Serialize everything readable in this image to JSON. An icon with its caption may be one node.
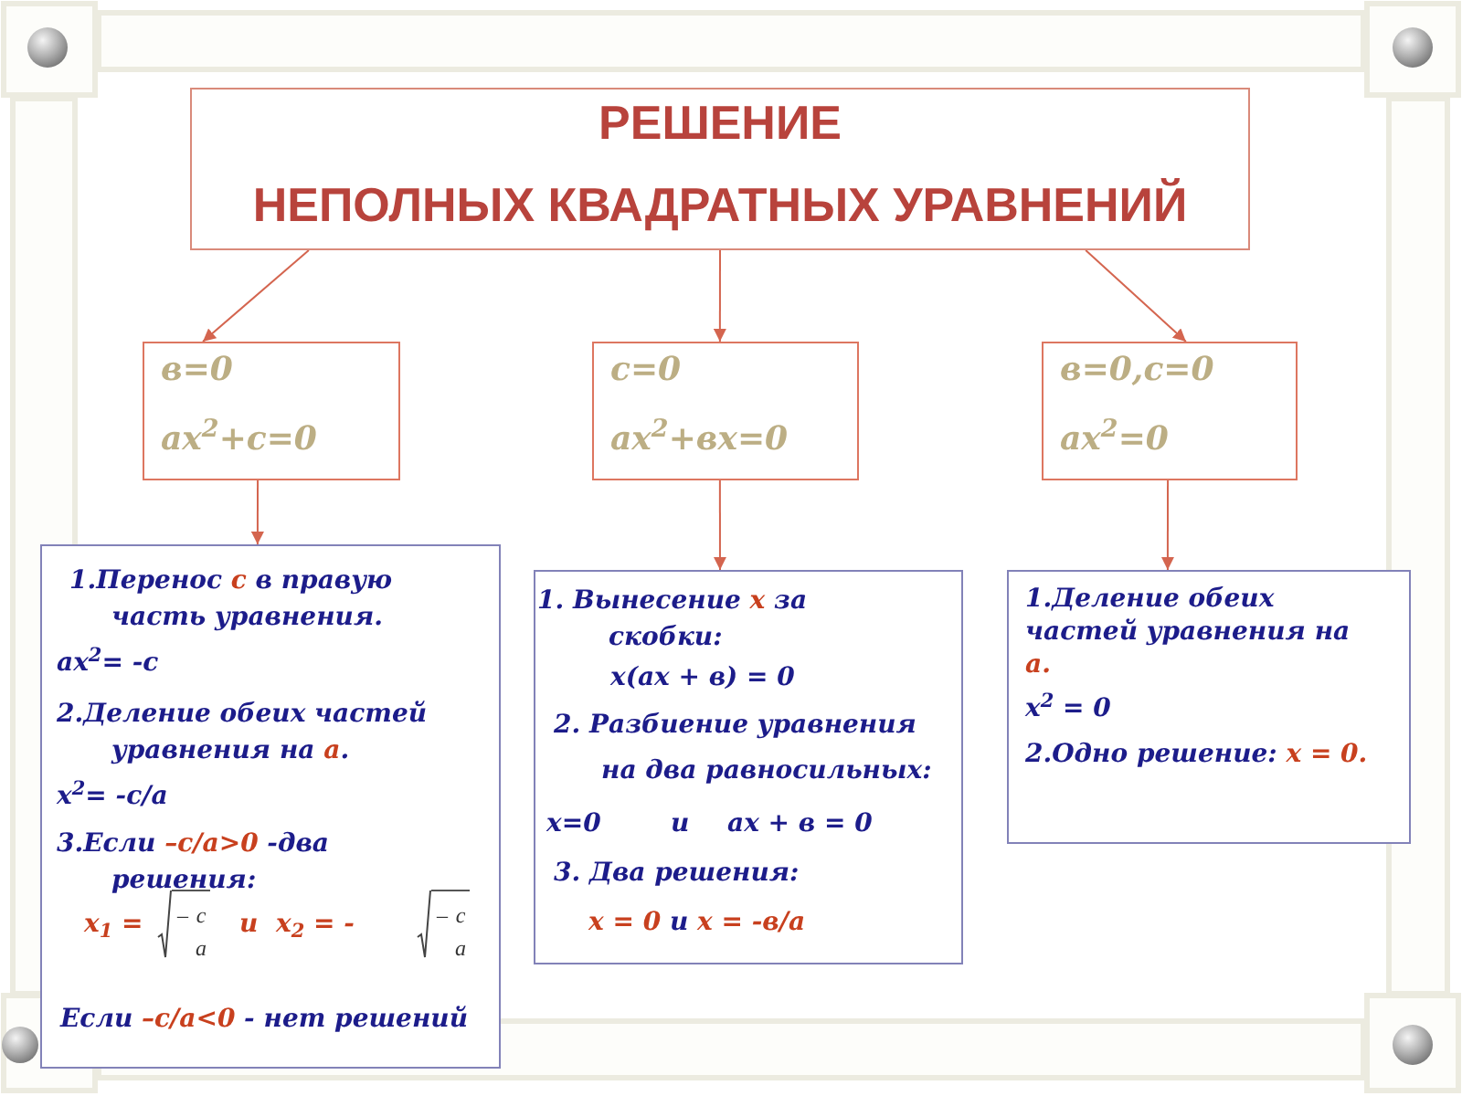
{
  "diagram": {
    "nodes": [
      {
        "text": [
          "РЕШЕНИЕ",
          "НЕПОЛНЫХ КВАДРАТНЫХ УРАВНЕНИЙ"
        ]
      },
      {
        "text": [
          "в=0",
          "ax$^{2}$+c=0"
        ]
      },
      {
        "text": [
          "c=0",
          "ax$^{2}$+вx=0"
        ]
      },
      {
        "text": [
          "в=0,c=0",
          "ax$^{2}$=0"
        ]
      },
      {
        "text": [
          "1.Перенос **c** в правую часть уравнения.",
          "ax$^{2}$= -c",
          "2.Деление обеих частей уравнения на **a**.",
          "x$^{2}$= -c/a",
          "3.Если **–c/a>0** -два решения:",
          "x$_{1}$ =",
          "–",
          "c",
          "a",
          "и",
          "x$_{2}$ = -",
          "–",
          "c",
          "a",
          "Если **–c/a<0** - нет решений"
        ]
      },
      {
        "text": [
          "1. Вынесение **x** за скобки:",
          "x(ax + в) = 0",
          "2. Разбиение уравнения на два равносильных:",
          "x=0",
          "и",
          "ax + в = 0",
          "3. Два решения:",
          "**x = 0** и **x = -в/a**"
        ]
      },
      {
        "text": [
          "1.Деление обеих частей уравнения на **a.**",
          "x$^{2}$ = 0",
          "2.Одно решение: **x = 0.**"
        ]
      }
    ],
    "edges": [
      {
        "from": 0,
        "to": 1,
        "arrow": "to"
      },
      {
        "from": 0,
        "to": 2,
        "arrow": "to"
      },
      {
        "from": 0,
        "to": 3,
        "arrow": "to"
      },
      {
        "from": 1,
        "to": 4,
        "arrow": "to"
      },
      {
        "from": 2,
        "to": 5,
        "arrow": "to"
      },
      {
        "from": 3,
        "to": 6,
        "arrow": "to"
      }
    ]
  }
}
